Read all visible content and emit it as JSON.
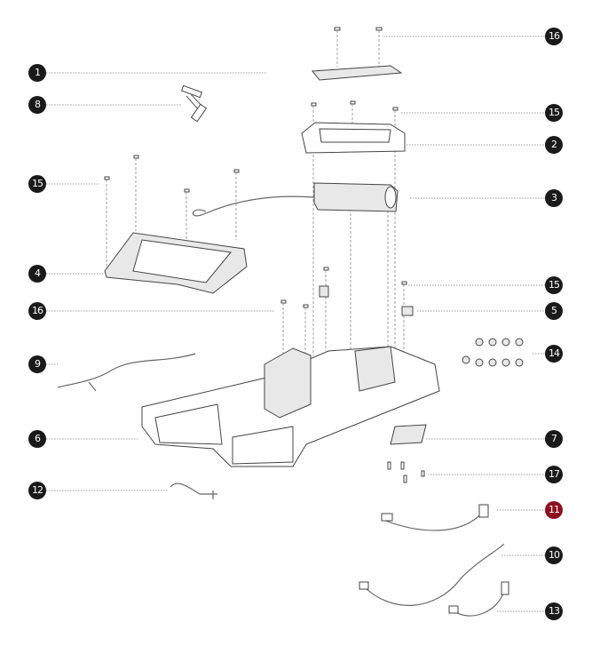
{
  "diagram": {
    "callouts": [
      {
        "id": "c1",
        "label": "1",
        "side": "left"
      },
      {
        "id": "c8",
        "label": "8",
        "side": "left"
      },
      {
        "id": "c15a",
        "label": "15",
        "side": "left"
      },
      {
        "id": "c4",
        "label": "4",
        "side": "left"
      },
      {
        "id": "c16a",
        "label": "16",
        "side": "left"
      },
      {
        "id": "c9",
        "label": "9",
        "side": "left"
      },
      {
        "id": "c6",
        "label": "6",
        "side": "left"
      },
      {
        "id": "c12",
        "label": "12",
        "side": "left"
      },
      {
        "id": "c16b",
        "label": "16",
        "side": "right"
      },
      {
        "id": "c15b",
        "label": "15",
        "side": "right"
      },
      {
        "id": "c2",
        "label": "2",
        "side": "right"
      },
      {
        "id": "c3",
        "label": "3",
        "side": "right"
      },
      {
        "id": "c15c",
        "label": "15",
        "side": "right"
      },
      {
        "id": "c5",
        "label": "5",
        "side": "right"
      },
      {
        "id": "c14",
        "label": "14",
        "side": "right"
      },
      {
        "id": "c7",
        "label": "7",
        "side": "right"
      },
      {
        "id": "c17",
        "label": "17",
        "side": "right"
      },
      {
        "id": "c11",
        "label": "11",
        "side": "right",
        "highlighted": true
      },
      {
        "id": "c10",
        "label": "10",
        "side": "right"
      },
      {
        "id": "c13",
        "label": "13",
        "side": "right"
      }
    ],
    "colors": {
      "callout": "#1a1a1a",
      "highlight": "#8b1020"
    }
  }
}
